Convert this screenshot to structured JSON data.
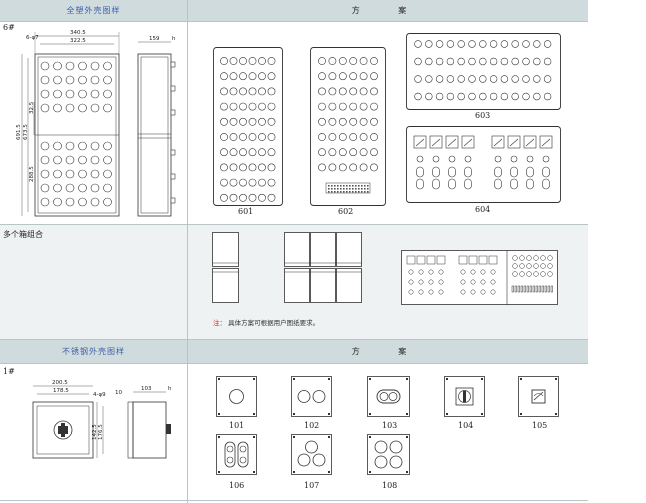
{
  "section1": {
    "left_header": "全塑外壳图样",
    "right_header": "方    案",
    "model_tag": "6#",
    "dims": {
      "d1": "6-φ7",
      "d2": "340.5",
      "d3": "322.5",
      "d4": "159",
      "d5": "h",
      "d6": "32.5",
      "d7": "691.5",
      "d8": "673.5",
      "d9": "288.5"
    },
    "captions": [
      "601",
      "602",
      "603",
      "604"
    ]
  },
  "section2": {
    "left_label": "多个箱组合",
    "note_prefix": "注：",
    "note_text": "具体方案可根据用户图纸要求。"
  },
  "section3": {
    "left_header": "不锈钢外壳图样",
    "right_header": "方    案",
    "model_tag": "1#",
    "dims": {
      "d1": "200.5",
      "d2": "178.5",
      "d3": "4-φ9",
      "d4": "10",
      "d5": "103",
      "d6": "h",
      "d7": "142.5",
      "d8": "176.5"
    },
    "captions": [
      "101",
      "102",
      "103",
      "104",
      "105",
      "106",
      "107",
      "108"
    ]
  }
}
